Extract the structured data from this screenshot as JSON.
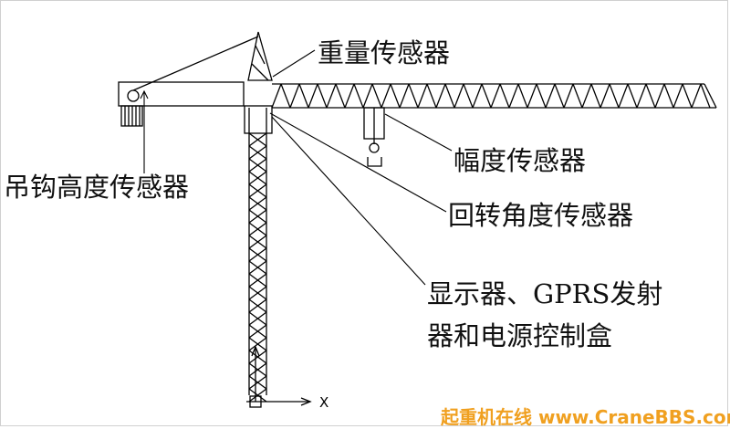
{
  "labels": {
    "weight_sensor": "重量传感器",
    "hook_height_sensor": "吊钩高度传感器",
    "radius_sensor": "幅度传感器",
    "slewing_angle_sensor": "回转角度传感器",
    "display_box_line1": "显示器、GPRS发射",
    "display_box_line2": "器和电源控制盒"
  },
  "axis": {
    "x_label": "X"
  },
  "watermark": {
    "text": "起重机在线 www.CraneBBS.com",
    "color": "#f0a020"
  },
  "colors": {
    "line": "#000000",
    "background": "#ffffff"
  }
}
